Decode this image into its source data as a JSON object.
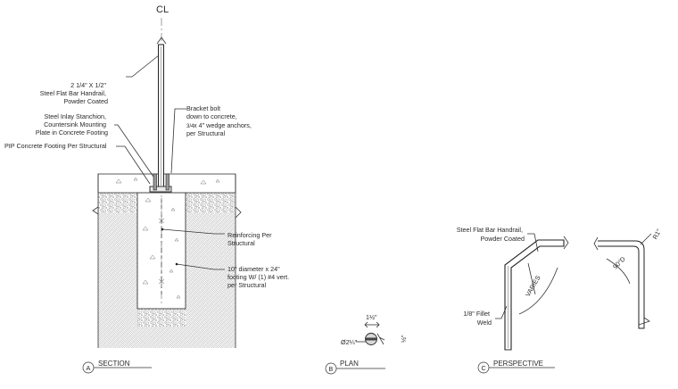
{
  "centerline_symbol": "CL",
  "section": {
    "handrail_callout": [
      "2 1/4\" X 1/2\"",
      "Steel Flat Bar Handrail,",
      "Powder Coated"
    ],
    "stanchion_callout": [
      "Steel Inlay Stanchion,",
      "Countersink Mounting",
      "Plate in Concrete Footing"
    ],
    "footing_callout": "PIP Concrete Footing Per Structural",
    "bracket_callout": [
      "Bracket bolt",
      "down to concrete,",
      "x 4\" wedge anchors,",
      "per Structural"
    ],
    "bracket_fraction": "3/4",
    "reinforcing_callout": [
      "Reinforcing Per",
      "Structural"
    ],
    "footing_size_callout": [
      "10\" diameter x 24\"",
      "footing W/ (1) #4 vert.",
      "per Structural"
    ],
    "title_letter": "A",
    "title": "SECTION"
  },
  "plan": {
    "width_dim": "1½\"",
    "dia_dim": "Ø2¼\"",
    "thk_dim": "½\"",
    "title_letter": "B",
    "title": "PLAN"
  },
  "perspective": {
    "handrail_callout": [
      "Steel Flat Bar Handrail,",
      "Powder Coated"
    ],
    "weld_callout": [
      "1/8\" Fillet",
      "Weld"
    ],
    "varies_label": "VARIES",
    "angle_label": "90°D",
    "radius_label": "R1\"",
    "title_letter": "C",
    "title": "PERSPECTIVE"
  }
}
